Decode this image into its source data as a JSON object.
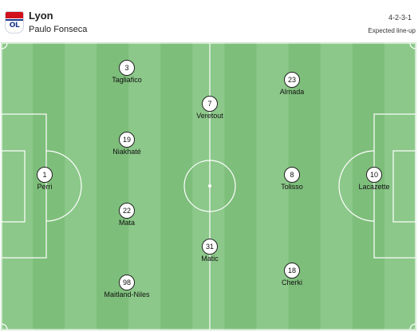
{
  "header": {
    "team_name": "Lyon",
    "coach": "Paulo Fonseca",
    "formation": "4-2-3-1",
    "lineup_label": "Expected line-up",
    "crest_icon": "lyon-crest-icon",
    "crest_letters": "OL"
  },
  "colors": {
    "pitch_light": "#8cc88a",
    "pitch_dark": "#7ebe7b",
    "pitch_lines": "#ffffff",
    "badge_border": "#222222"
  },
  "players": [
    {
      "number": "1",
      "name": "Perri"
    },
    {
      "number": "3",
      "name": "Tagliafico"
    },
    {
      "number": "19",
      "name": "Niakhaté"
    },
    {
      "number": "22",
      "name": "Mata"
    },
    {
      "number": "98",
      "name": "Maitland-Niles"
    },
    {
      "number": "7",
      "name": "Veretout"
    },
    {
      "number": "31",
      "name": "Matic"
    },
    {
      "number": "23",
      "name": "Almada"
    },
    {
      "number": "8",
      "name": "Tolisso"
    },
    {
      "number": "18",
      "name": "Cherki"
    },
    {
      "number": "10",
      "name": "Lacazette"
    }
  ]
}
